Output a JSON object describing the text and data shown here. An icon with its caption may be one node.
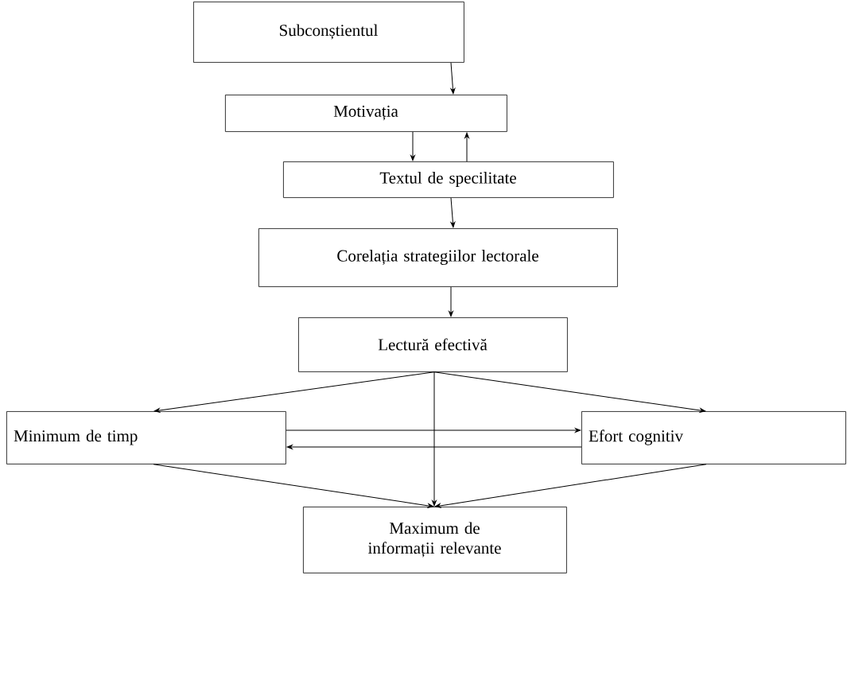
{
  "diagram": {
    "nodes": [
      {
        "text": [
          "Subconștientul"
        ]
      },
      {
        "text": [
          "Motivația"
        ]
      },
      {
        "text": [
          "Textul de specilitate"
        ]
      },
      {
        "text": [
          "Corelația strategiilor lectorale"
        ]
      },
      {
        "text": [
          "Lectură efectivă"
        ]
      },
      {
        "text": [
          "Minimum de timp"
        ]
      },
      {
        "text": [
          "Efort cognitiv"
        ]
      },
      {
        "text": [
          "Maximum de informații relevante"
        ]
      }
    ],
    "edges": [
      {
        "from": 0,
        "to": 1,
        "arrow": "to"
      },
      {
        "from": 1,
        "to": 2,
        "arrow": "to"
      },
      {
        "from": 2,
        "to": 1,
        "arrow": "to"
      },
      {
        "from": 2,
        "to": 3,
        "arrow": "to"
      },
      {
        "from": 3,
        "to": 4,
        "arrow": "to"
      },
      {
        "from": 4,
        "to": 5,
        "arrow": "to"
      },
      {
        "from": 4,
        "to": 7,
        "arrow": "to"
      },
      {
        "from": 4,
        "to": 6,
        "arrow": "to"
      },
      {
        "from": 5,
        "to": 6,
        "arrow": "to"
      },
      {
        "from": 6,
        "to": 5,
        "arrow": "to"
      },
      {
        "from": 5,
        "to": 7,
        "arrow": "to"
      },
      {
        "from": 6,
        "to": 7,
        "arrow": "to"
      }
    ]
  }
}
